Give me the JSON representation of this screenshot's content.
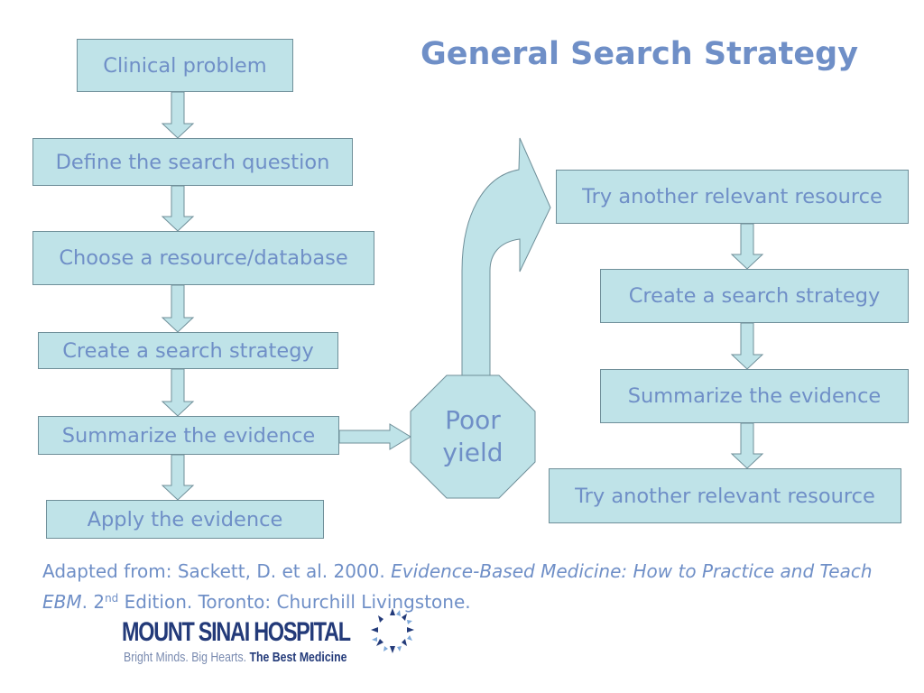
{
  "title": "General Search Strategy",
  "colors": {
    "box_fill": "#bfe3e8",
    "box_border": "#6f8f99",
    "text": "#6f8fc7",
    "logo_navy": "#233a79"
  },
  "left_flow": [
    "Clinical problem",
    "Define the search question",
    "Choose a resource/database",
    "Create a search strategy",
    "Summarize the evidence",
    "Apply the evidence"
  ],
  "decision": {
    "line1": "Poor",
    "line2": "yield"
  },
  "right_flow": [
    "Try another relevant resource",
    "Create a search strategy",
    "Summarize the evidence",
    "Try another relevant resource"
  ],
  "citation": {
    "prefix": "Adapted from: Sackett, D. et al. 2000. ",
    "book_title": "Evidence-Based Medicine: How to Practice and Teach EBM",
    "edition_number": ". 2",
    "edition_sup": "nd",
    "suffix": " Edition. Toronto: Churchill Livingstone."
  },
  "logo": {
    "name": "MOUNT SINAI HOSPITAL",
    "tagline_plain": "Bright Minds. Big Hearts. ",
    "tagline_bold": "The Best Medicine",
    "icon": "star-burst-icon"
  }
}
